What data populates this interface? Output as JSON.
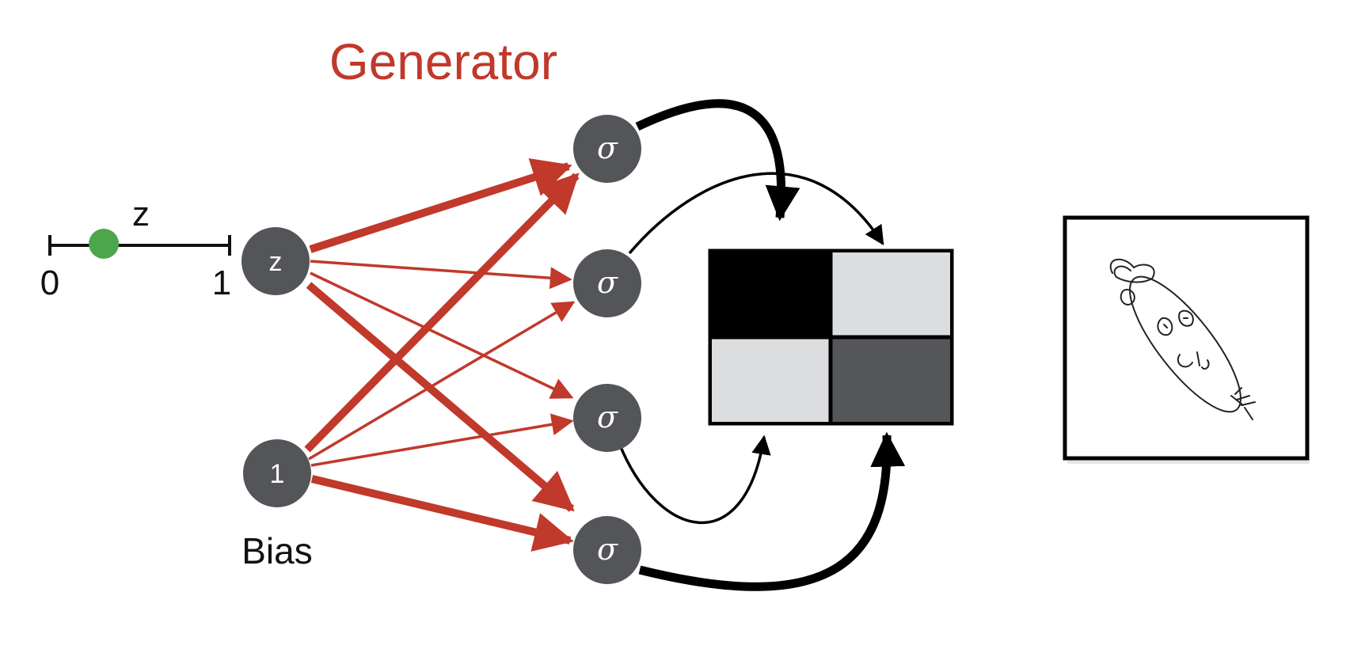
{
  "title": "Generator",
  "slider": {
    "label": "z",
    "min_label": "0",
    "max_label": "1",
    "value": 0.3
  },
  "inputs": {
    "z_label": "z",
    "bias_label": "1",
    "bias_caption": "Bias"
  },
  "neurons": {
    "n1": "σ",
    "n2": "σ",
    "n3": "σ",
    "n4": "σ"
  },
  "pixel_grid": {
    "rows": 2,
    "cols": 2,
    "colors": [
      "#000000",
      "#dcdddf",
      "#dcdddf",
      "#55565a"
    ]
  },
  "colors": {
    "accent": "#c0392b",
    "node": "#545559",
    "slider_dot": "#4ca64c",
    "ink": "#000000"
  }
}
